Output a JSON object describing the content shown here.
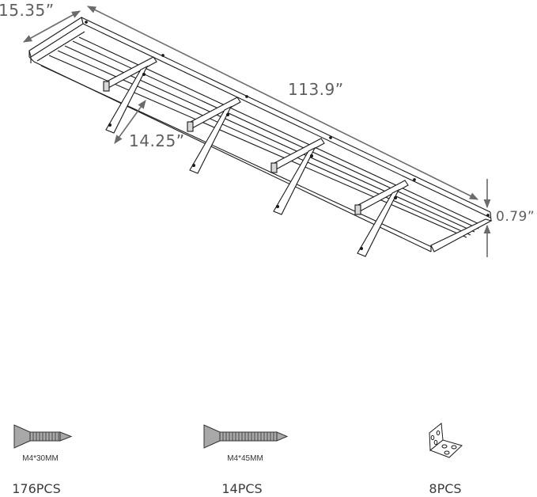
{
  "diagram": {
    "type": "product-dimension-drawing",
    "subject": "wall-mounted shelf with 4 triangular brackets",
    "dimensions": {
      "depth": "15.35”",
      "length": "113.9”",
      "bracket_length": "14.25”",
      "height": "0.79”"
    },
    "bracket_count": 4,
    "colors": {
      "line": "#1a1a1a",
      "dimension": "#6b6b6b",
      "screw_fill": "#a8a8a8"
    }
  },
  "parts": [
    {
      "name": "screw-short",
      "spec": "M4*30MM",
      "count": "176PCS"
    },
    {
      "name": "screw-long",
      "spec": "M4*45MM",
      "count": "14PCS"
    },
    {
      "name": "corner-bracket",
      "spec": "",
      "count": "8PCS"
    }
  ]
}
